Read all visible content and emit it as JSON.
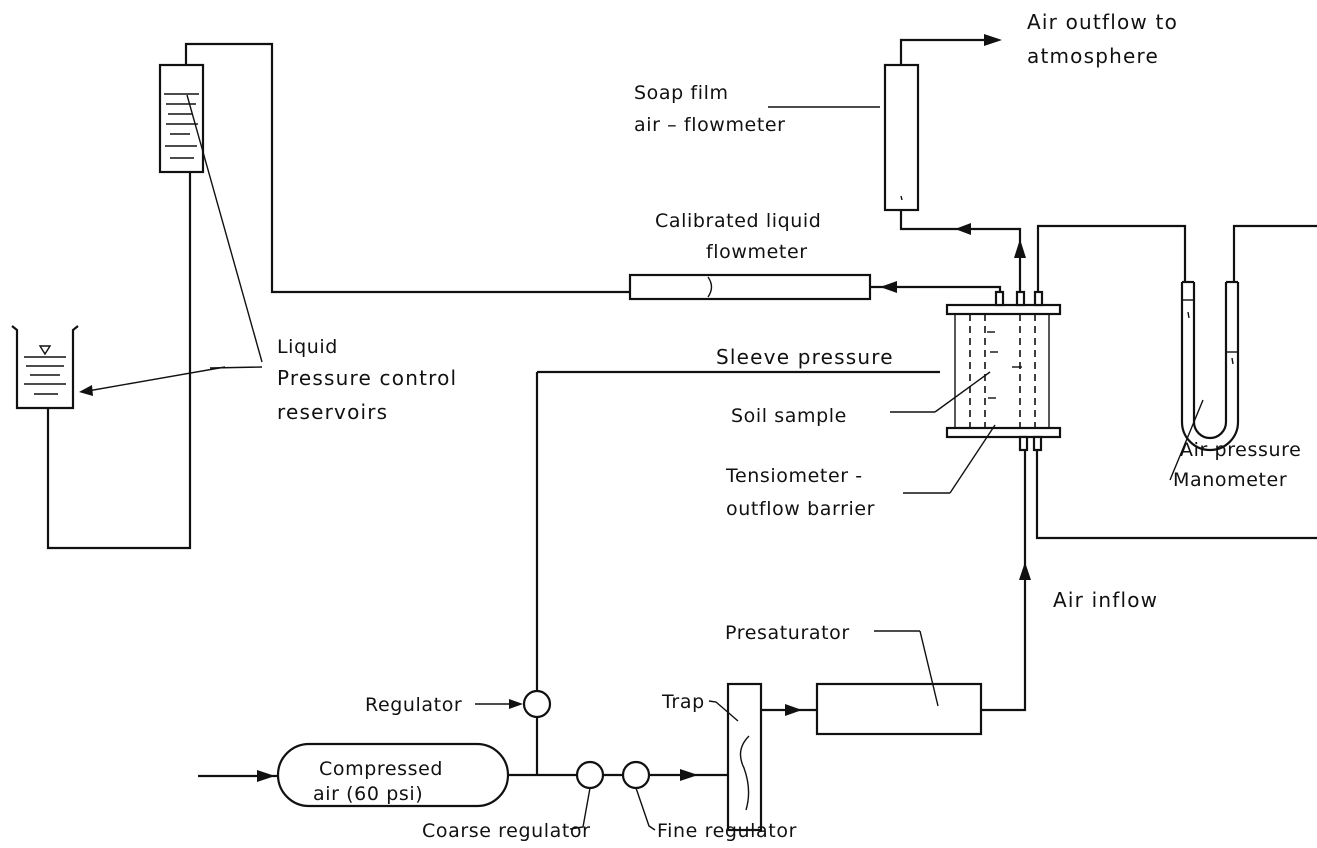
{
  "diagram": {
    "labels": {
      "air_outflow_1": "Air outflow to",
      "air_outflow_2": "atmosphere",
      "soap_film_1": "Soap film",
      "soap_film_2": "air – flowmeter",
      "calibrated_1": "Calibrated liquid",
      "calibrated_2": "flowmeter",
      "liquid": "Liquid",
      "pressure_control": "Pressure control",
      "reservoirs": "reservoirs",
      "sleeve_pressure": "Sleeve pressure",
      "soil_sample": "Soil sample",
      "tensiometer_1": "Tensiometer -",
      "tensiometer_2": "outflow barrier",
      "air_pressure": "Air pressure",
      "manometer": "Manometer",
      "air_inflow": "Air inflow",
      "presaturator": "Presaturator",
      "regulator": "Regulator",
      "trap": "Trap",
      "compressed_1": "Compressed",
      "compressed_2": "air (60 psi)",
      "coarse_regulator": "Coarse regulator",
      "fine_regulator": "Fine regulator"
    }
  }
}
